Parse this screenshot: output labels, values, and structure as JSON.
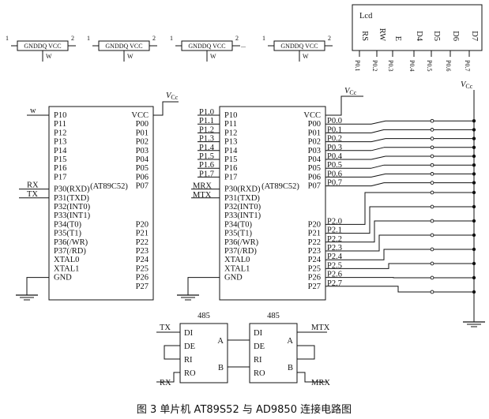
{
  "sensors": {
    "part": "GNDDQ VCC",
    "pin1": "1",
    "pin2": "2",
    "wire": "W",
    "ellipsis": "..."
  },
  "lcd": {
    "title": "Lcd",
    "pins": [
      "RS",
      "RW",
      "E",
      "D4",
      "D5",
      "D6",
      "D7"
    ],
    "ports": [
      "P0.1",
      "P0.2",
      "P0.3",
      "P0.4",
      "P0.5",
      "P0.6",
      "P0.7"
    ]
  },
  "mcu_left": {
    "name": "(AT89C52)",
    "left_pins": [
      "P10",
      "P11",
      "P12",
      "P13",
      "P14",
      "P15",
      "P16",
      "P17",
      "P30(RXD)",
      "P31(TXD)",
      "P32(INT0)",
      "P33(INT1)",
      "P34(T0)",
      "P35(T1)",
      "P36(/WR)",
      "P37(/RD)",
      "XTAL0",
      "XTAL1",
      "GND"
    ],
    "right_pins": [
      "VCC",
      "P00",
      "P01",
      "P02",
      "P03",
      "P04",
      "P05",
      "P06",
      "P07",
      "P20",
      "P21",
      "P22",
      "P23",
      "P24",
      "P25",
      "P26",
      "P27"
    ],
    "ext": {
      "w": "w",
      "rx": "RX",
      "tx": "TX"
    }
  },
  "mcu_right": {
    "name": "(AT89C52)",
    "left_pins": [
      "P10",
      "P11",
      "P12",
      "P13",
      "P14",
      "P15",
      "P16",
      "P17",
      "P30(RXD)",
      "P31(TXD)",
      "P32(INT0)",
      "P33(INT1)",
      "P34(T0)",
      "P35(T1)",
      "P36(/WR)",
      "P37(/RD)",
      "XTAL0",
      "XTAL1",
      "GND"
    ],
    "right_pins": [
      "VCC",
      "P00",
      "P01",
      "P02",
      "P03",
      "P04",
      "P05",
      "P06",
      "P07",
      "P20",
      "P21",
      "P22",
      "P23",
      "P24",
      "P25",
      "P26",
      "P27"
    ],
    "ext_left": [
      "P1.0",
      "P1.1",
      "P1.2",
      "P1.3",
      "P1.4",
      "P1.5",
      "P1.6",
      "P1.7"
    ],
    "ext_uart": [
      "MRX",
      "MTX"
    ],
    "p0_labels": [
      "P0.0",
      "P0.1",
      "P0.2",
      "P0.3",
      "P0.4",
      "P0.5",
      "P0.6",
      "P0.7"
    ],
    "p2_labels": [
      "P2.0",
      "P2.1",
      "P2.2",
      "P2.3",
      "P2.4",
      "P2.5",
      "P2.6",
      "P2.7"
    ]
  },
  "vcc": "VCC",
  "rs485": {
    "title": "485",
    "left_pins": [
      "DI",
      "DE",
      "RI",
      "RO"
    ],
    "right_pins": [
      "A",
      "B"
    ],
    "tx": "TX",
    "rx": "RX",
    "mtx": "MTX",
    "mrx": "MRX"
  },
  "caption": "图 3   单片机 AT89S52 与 AD9850 连接电路图"
}
